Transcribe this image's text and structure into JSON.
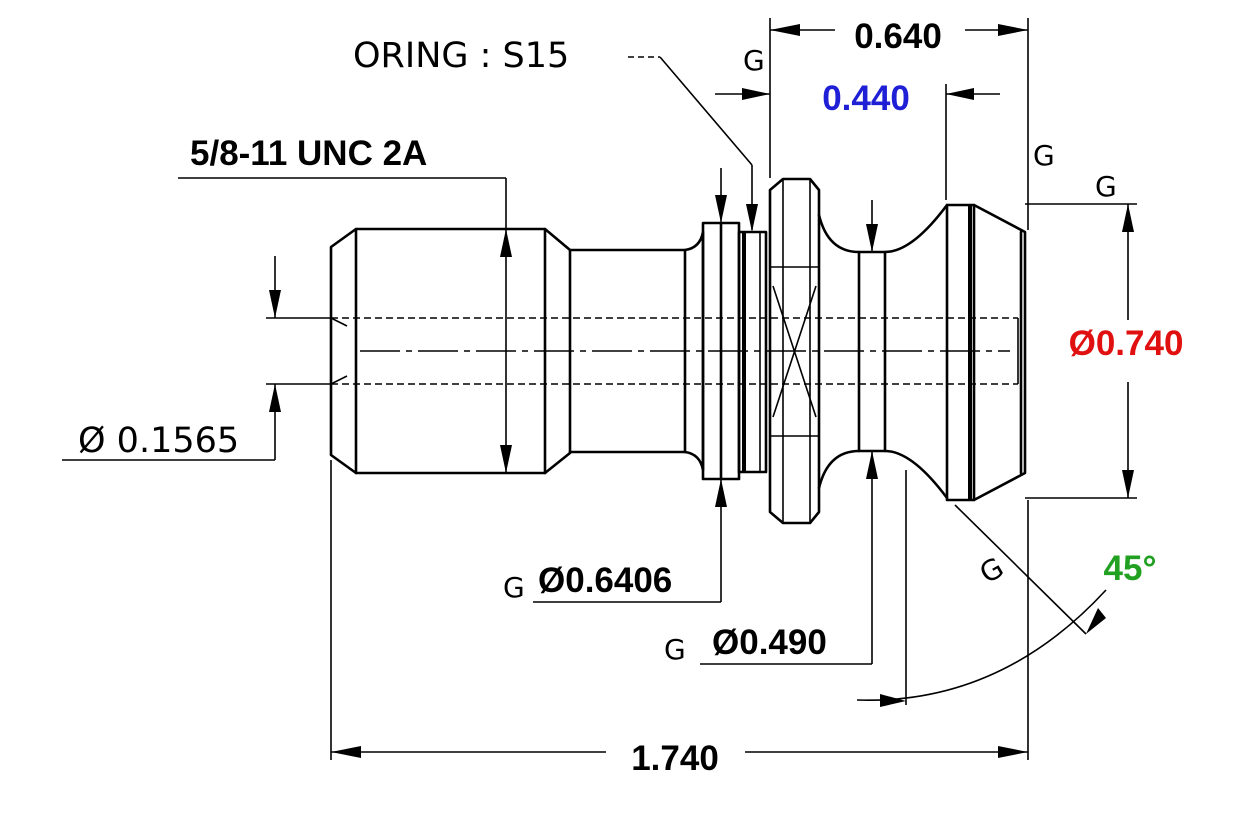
{
  "drawing": {
    "oring_callout": "ORING : S15",
    "thread_callout": "5/8-11 UNC 2A",
    "dim_bore_dia": "Ø 0.1565",
    "dim_overall_length": "1.740",
    "dim_flange_to_end": "0.640",
    "dim_head_length": "0.440",
    "dim_head_dia": "Ø0.740",
    "dim_groove_dia": "Ø0.6406",
    "dim_neck_dia": "Ø0.490",
    "dim_chamfer_angle": "45°",
    "grind_symbol": "G",
    "colors": {
      "line": "#000000",
      "head_length": "#1f1fd6",
      "head_dia": "#e01010",
      "angle": "#22a022"
    }
  }
}
